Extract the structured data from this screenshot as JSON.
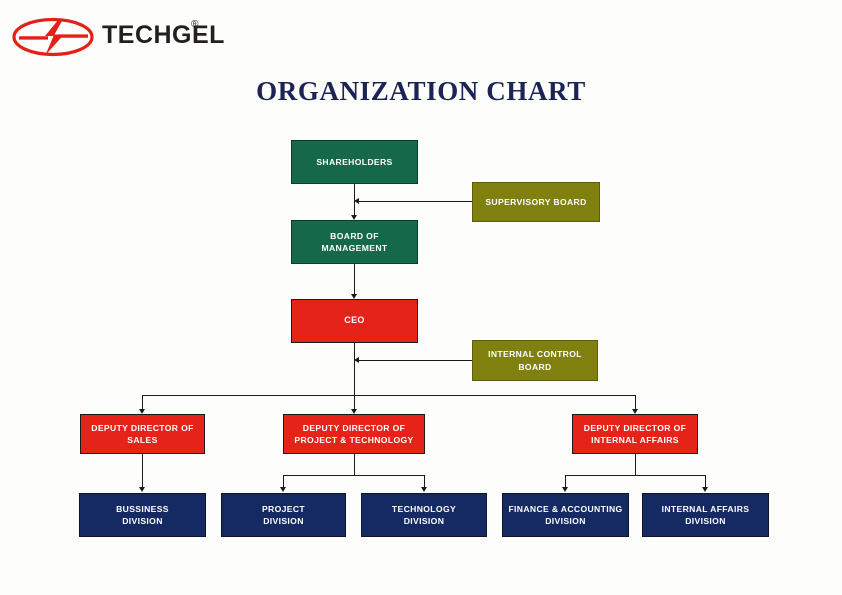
{
  "brand": {
    "name": "TECHGEL",
    "registered_mark": "®",
    "logo_icon": "techgel-lightning-ellipse-logo",
    "logo_color": "#e3211a"
  },
  "page": {
    "title": "ORGANIZATION CHART",
    "title_color": "#1c2456",
    "background": "#fdfdfb"
  },
  "palette": {
    "green": "#16684a",
    "olive": "#80800f",
    "red": "#e52318",
    "navy": "#152a63",
    "line": "#1a1a1a",
    "box_text": "#ffffff"
  },
  "chart_data": {
    "type": "diagram",
    "diagram_type": "organization-chart",
    "title": "ORGANIZATION CHART",
    "levels": [
      {
        "level": 1,
        "nodes": [
          {
            "id": "shareholders",
            "label": "SHAREHOLDERS",
            "lines": [
              "SHAREHOLDERS"
            ],
            "color": "#16684a",
            "color_name": "green"
          }
        ]
      },
      {
        "level": 2,
        "nodes": [
          {
            "id": "board-of-management",
            "label": "BOARD OF MANAGEMENT",
            "lines": [
              "BOARD OF",
              "MANAGEMENT"
            ],
            "color": "#16684a",
            "color_name": "green"
          }
        ]
      },
      {
        "level": 3,
        "nodes": [
          {
            "id": "ceo",
            "label": "CEO",
            "lines": [
              "CEO"
            ],
            "color": "#e52318",
            "color_name": "red"
          }
        ]
      },
      {
        "level": 4,
        "nodes": [
          {
            "id": "deputy-director-sales",
            "label": "DEPUTY DIRECTOR OF SALES",
            "lines": [
              "DEPUTY DIRECTOR OF",
              "SALES"
            ],
            "color": "#e52318",
            "color_name": "red"
          },
          {
            "id": "deputy-director-project-technology",
            "label": "DEPUTY DIRECTOR OF PROJECT & TECHNOLOGY",
            "lines": [
              "DEPUTY DIRECTOR OF",
              "PROJECT & TECHNOLOGY"
            ],
            "color": "#e52318",
            "color_name": "red"
          },
          {
            "id": "deputy-director-internal-affairs",
            "label": "DEPUTY DIRECTOR OF INTERNAL AFFAIRS",
            "lines": [
              "DEPUTY DIRECTOR OF",
              "INTERNAL AFFAIRS"
            ],
            "color": "#e52318",
            "color_name": "red"
          }
        ]
      },
      {
        "level": 5,
        "nodes": [
          {
            "id": "bussiness-division",
            "label": "BUSSINESS DIVISION",
            "lines": [
              "BUSSINESS",
              "DIVISION"
            ],
            "color": "#152a63",
            "color_name": "navy"
          },
          {
            "id": "project-division",
            "label": "PROJECT DIVISION",
            "lines": [
              "PROJECT",
              "DIVISION"
            ],
            "color": "#152a63",
            "color_name": "navy"
          },
          {
            "id": "technology-division",
            "label": "TECHNOLOGY DIVISION",
            "lines": [
              "TECHNOLOGY",
              "DIVISION"
            ],
            "color": "#152a63",
            "color_name": "navy"
          },
          {
            "id": "finance-accounting-division",
            "label": "FINANCE & ACCOUNTING DIVISION",
            "lines": [
              "FINANCE & ACCOUNTING",
              "DIVISION"
            ],
            "color": "#152a63",
            "color_name": "navy"
          },
          {
            "id": "internal-affairs-division",
            "label": "INTERNAL AFFAIRS DIVISION",
            "lines": [
              "INTERNAL AFFAIRS",
              "DIVISION"
            ],
            "color": "#152a63",
            "color_name": "navy"
          }
        ]
      }
    ],
    "advisory_nodes": [
      {
        "id": "supervisory-board",
        "label": "SUPERVISORY BOARD",
        "lines": [
          "SUPERVISORY BOARD"
        ],
        "color": "#80800f",
        "color_name": "olive",
        "points_to": "shareholders-to-board-of-management-link"
      },
      {
        "id": "internal-control-board",
        "label": "INTERNAL CONTROL BOARD",
        "lines": [
          "INTERNAL CONTROL",
          "BOARD"
        ],
        "color": "#80800f",
        "color_name": "olive",
        "points_to": "ceo-to-deputies-link"
      }
    ],
    "edges": [
      {
        "from": "shareholders",
        "to": "board-of-management",
        "arrow": "down"
      },
      {
        "from": "board-of-management",
        "to": "ceo",
        "arrow": "down"
      },
      {
        "from": "ceo",
        "to": "deputy-director-sales",
        "arrow": "down"
      },
      {
        "from": "ceo",
        "to": "deputy-director-project-technology",
        "arrow": "down"
      },
      {
        "from": "ceo",
        "to": "deputy-director-internal-affairs",
        "arrow": "down"
      },
      {
        "from": "deputy-director-sales",
        "to": "bussiness-division",
        "arrow": "down"
      },
      {
        "from": "deputy-director-project-technology",
        "to": "project-division",
        "arrow": "down"
      },
      {
        "from": "deputy-director-project-technology",
        "to": "technology-division",
        "arrow": "down"
      },
      {
        "from": "deputy-director-internal-affairs",
        "to": "finance-accounting-division",
        "arrow": "down"
      },
      {
        "from": "deputy-director-internal-affairs",
        "to": "internal-affairs-division",
        "arrow": "down"
      },
      {
        "from": "supervisory-board",
        "to": "shareholders-to-board-of-management-link",
        "arrow": "left"
      },
      {
        "from": "internal-control-board",
        "to": "ceo-to-deputies-link",
        "arrow": "left"
      }
    ]
  }
}
